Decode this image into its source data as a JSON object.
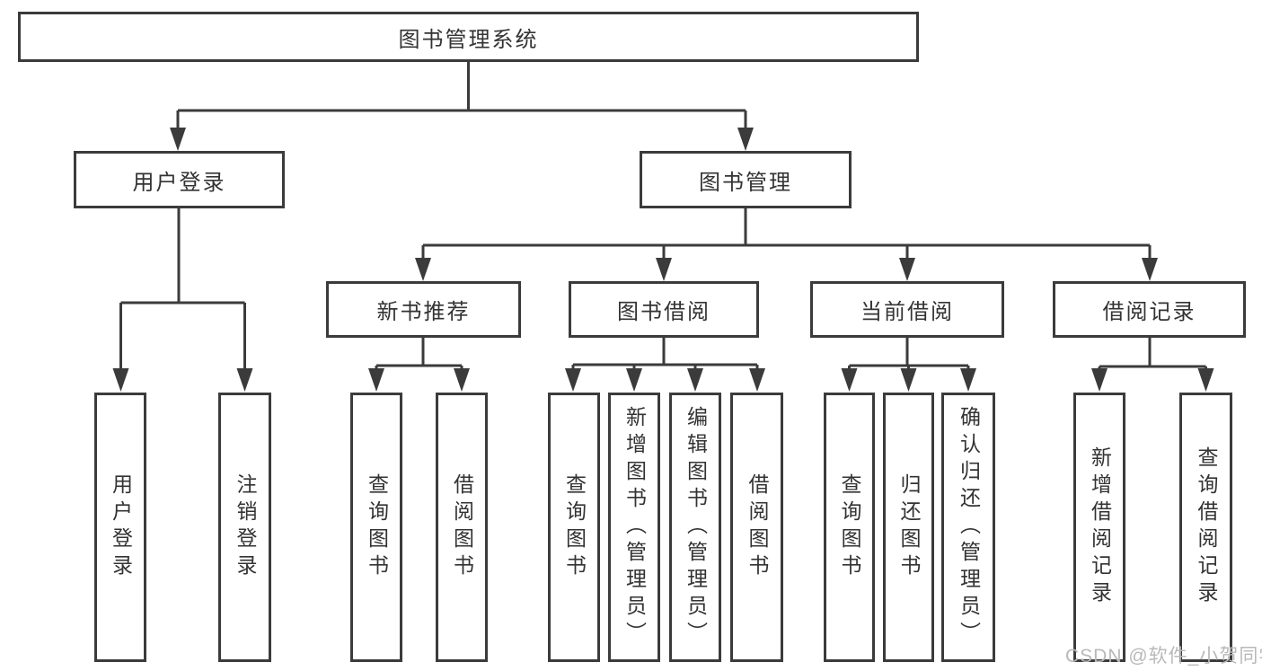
{
  "diagram_title": "图书管理系统",
  "colors": {
    "line": "#3b3b3b",
    "text": "#333333",
    "background": "#ffffff",
    "watermark": "#b9b9b9"
  },
  "root": {
    "label": "图书管理系统"
  },
  "level2": {
    "user_login": {
      "label": "用户登录"
    },
    "book_management": {
      "label": "图书管理"
    }
  },
  "user_login_children": [
    {
      "label": "用户登录"
    },
    {
      "label": "注销登录"
    }
  ],
  "level3": [
    {
      "label": "新书推荐",
      "children": [
        {
          "label": "查询图书"
        },
        {
          "label": "借阅图书"
        }
      ]
    },
    {
      "label": "图书借阅",
      "children": [
        {
          "label": "查询图书"
        },
        {
          "label": "新增图书（管理员）"
        },
        {
          "label": "编辑图书（管理员）"
        },
        {
          "label": "借阅图书"
        }
      ]
    },
    {
      "label": "当前借阅",
      "children": [
        {
          "label": "查询图书"
        },
        {
          "label": "归还图书"
        },
        {
          "label": "确认归还（管理员）"
        }
      ]
    },
    {
      "label": "借阅记录",
      "children": [
        {
          "label": "新增借阅记录"
        },
        {
          "label": "查询借阅记录"
        }
      ]
    }
  ],
  "watermark": "CSDN @软件_小贺同学"
}
